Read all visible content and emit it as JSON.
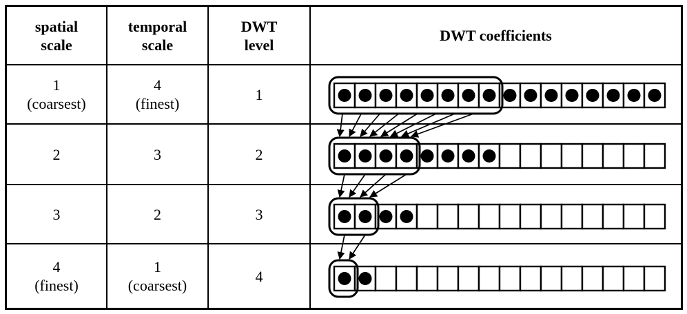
{
  "colors": {
    "ink": "#000000",
    "paper": "#ffffff"
  },
  "table": {
    "headers": {
      "spatial_scale": "spatial\nscale",
      "temporal_scale": "temporal\nscale",
      "dwt_level": "DWT\nlevel",
      "dwt_coefficients": "DWT coefficients"
    },
    "rows": [
      {
        "spatial_scale": "1\n(coarsest)",
        "temporal_scale": "4\n(finest)",
        "dwt_level": "1",
        "coefficients": {
          "cells_total": 16,
          "cells_filled": 16,
          "cells_grouped": 8,
          "pairs_merge_to_next_level": true
        }
      },
      {
        "spatial_scale": "2",
        "temporal_scale": "3",
        "dwt_level": "2",
        "coefficients": {
          "cells_total": 16,
          "cells_filled": 8,
          "cells_grouped": 4,
          "pairs_merge_to_next_level": true
        }
      },
      {
        "spatial_scale": "3",
        "temporal_scale": "2",
        "dwt_level": "3",
        "coefficients": {
          "cells_total": 16,
          "cells_filled": 4,
          "cells_grouped": 2,
          "pairs_merge_to_next_level": true
        }
      },
      {
        "spatial_scale": "4\n(finest)",
        "temporal_scale": "1\n(coarsest)",
        "dwt_level": "4",
        "coefficients": {
          "cells_total": 16,
          "cells_filled": 2,
          "cells_grouped": 1,
          "pairs_merge_to_next_level": false
        }
      }
    ]
  }
}
